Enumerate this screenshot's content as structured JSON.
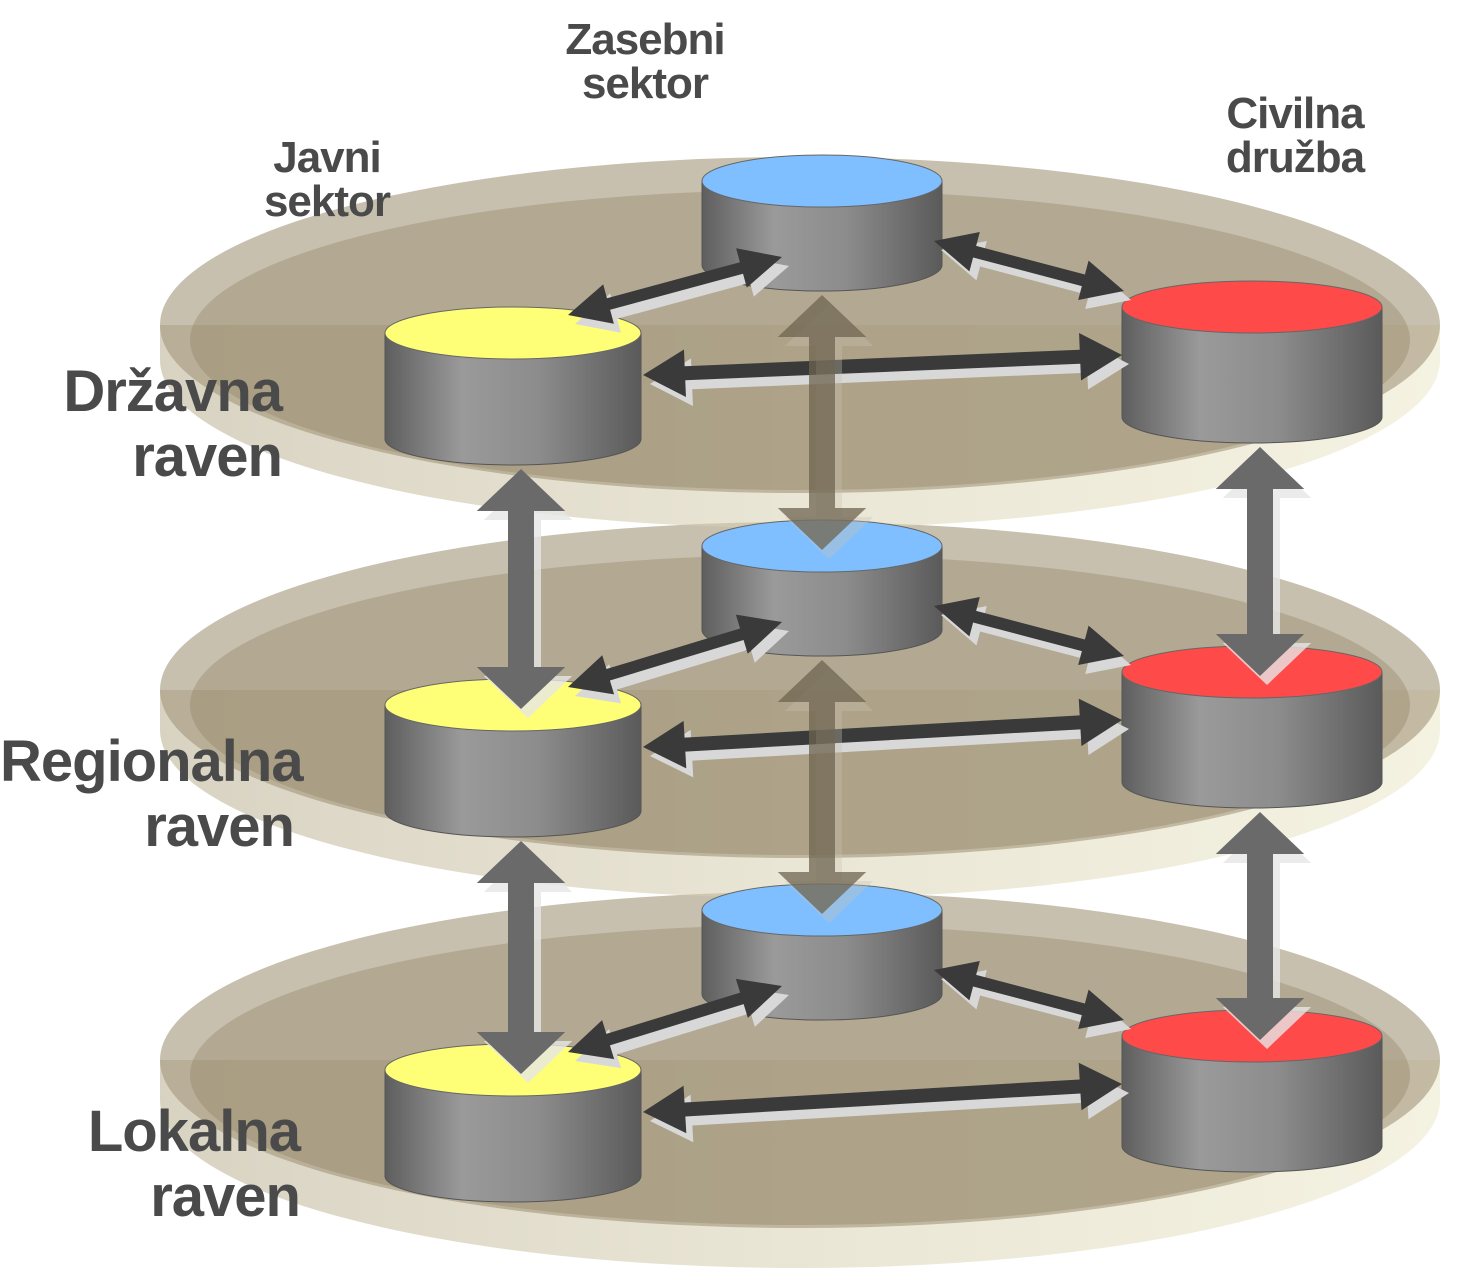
{
  "sectors": {
    "private": {
      "line1": "Zasebni",
      "line2": "sektor",
      "color": "#7fbfff"
    },
    "public": {
      "line1": "Javni",
      "line2": "sektor",
      "color": "#ffff77"
    },
    "civil": {
      "line1": "Civilna",
      "line2": "družba",
      "color": "#ff4a4a"
    }
  },
  "levels": [
    {
      "id": "national",
      "line1": "Državna",
      "line2": "raven"
    },
    {
      "id": "regional",
      "line1": "Regionalna",
      "line2": "raven"
    },
    {
      "id": "local",
      "line1": "Lokalna",
      "line2": "raven"
    }
  ],
  "colors": {
    "platter": "#a4967a",
    "cylinder_side": "#8a8a8a",
    "arrow_dark": "#3a3a3a",
    "arrow_light": "#d8d8d8"
  }
}
